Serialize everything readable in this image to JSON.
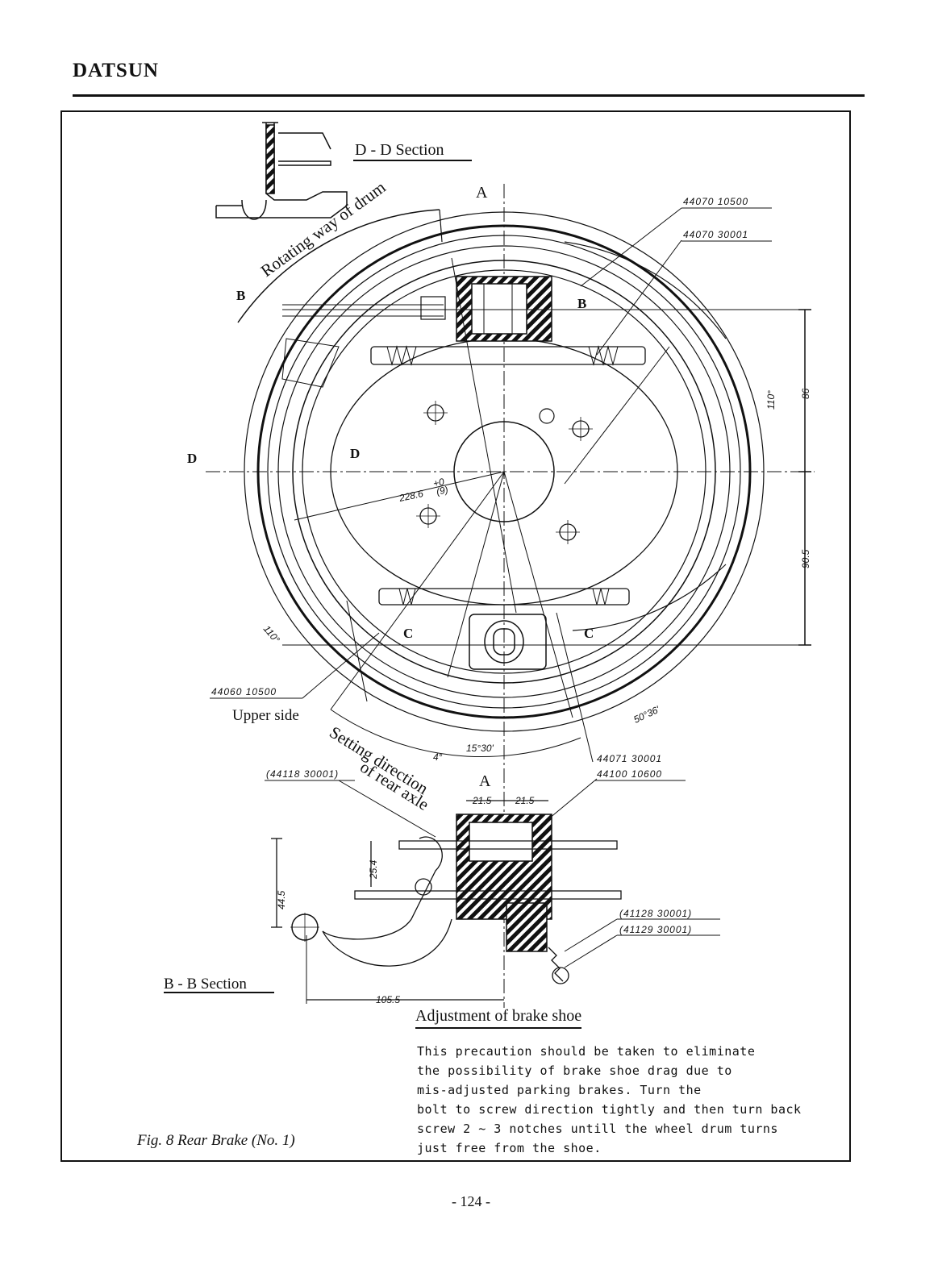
{
  "header": {
    "brand": "DATSUN"
  },
  "diagram": {
    "section_dd": "D - D Section",
    "section_bb": "B - B Section",
    "labels": {
      "a_top": "A",
      "a_bottom": "A",
      "b_left": "B",
      "b_right": "B",
      "c_left": "C",
      "c_right": "C",
      "d_left": "D",
      "d_right": "D"
    },
    "rotating_way": "Rotating way of drum",
    "upper_side": "Upper side",
    "setting_direction_1": "Setting direction",
    "setting_direction_2": "of rear axle",
    "part_numbers": {
      "p1": "44070 10500",
      "p2": "44070 30001",
      "p3": "44060 10500",
      "p4": "44071 30001",
      "p5": "44100 10600",
      "p6": "(44118 30001)",
      "p7": "(41128 30001)",
      "p8": "(41129 30001)"
    },
    "dimensions": {
      "d110_right": "110°",
      "d86": "86",
      "d905": "90.5",
      "d110_left": "110°",
      "diameter": "228.6",
      "diameter_sup": "+0",
      "diameter_tol": "(9)",
      "d5036": "50°36'",
      "d1530": "15°30'",
      "d41": "4°",
      "d215a": "21.5",
      "d215b": "21.5",
      "d445": "44.5",
      "d254": "25.4",
      "d1055": "105.5"
    }
  },
  "caption": {
    "title": "Adjustment of brake shoe",
    "lines": [
      "This precaution should be taken to eliminate",
      "the possibility of brake shoe drag due to",
      "mis-adjusted parking brakes.   Turn the",
      "bolt to screw direction tightly and then turn back",
      "screw 2 ~ 3 notches untill the wheel drum turns",
      "just free from the shoe."
    ]
  },
  "figure": {
    "label": "Fig. 8  Rear Brake (No. 1)"
  },
  "footer": {
    "page": "- 124 -"
  }
}
